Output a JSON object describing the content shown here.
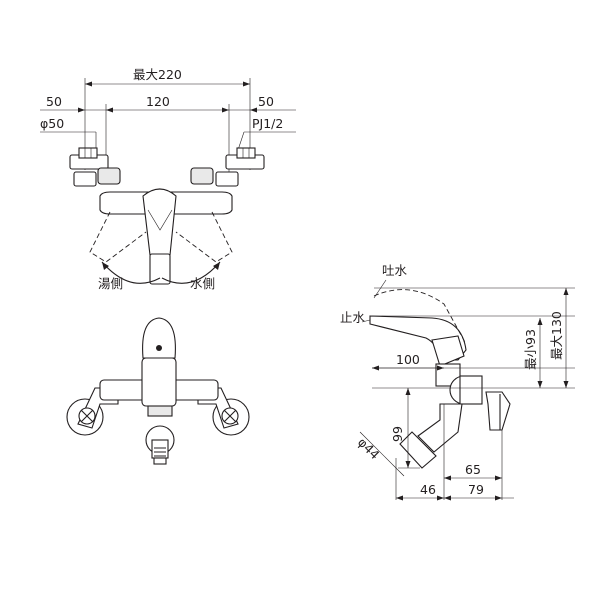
{
  "top_view": {
    "max_width": "最大220",
    "left_offset": "50",
    "center_pitch": "120",
    "right_offset": "50",
    "flange_diameter": "φ50",
    "pipe_thread": "PJ1/2",
    "hot_side": "湯側",
    "cold_side": "水側"
  },
  "side_view": {
    "spout_label": "吐水",
    "stop_label": "止水",
    "reach": "100",
    "min_height": "最小93",
    "max_height": "最大130",
    "diameter": "φ44",
    "offset_99": "99",
    "offset_65": "65",
    "offset_46": "46",
    "offset_79": "79"
  },
  "colors": {
    "line": "#231f20",
    "background": "#ffffff"
  }
}
